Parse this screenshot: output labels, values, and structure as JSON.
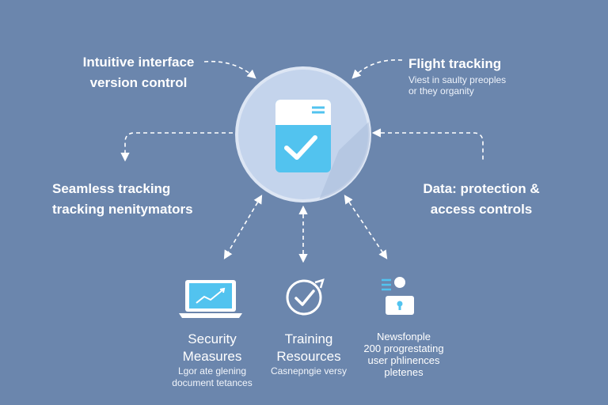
{
  "nodes": {
    "top_left": {
      "line1": "Intuitive interface",
      "line2": "version control"
    },
    "top_right": {
      "title": "Flight tracking",
      "line1": "Viest in saulty preoples",
      "line2": "or they organity"
    },
    "mid_left": {
      "line1": "Seamless tracking",
      "line2": "tracking nenitymators"
    },
    "mid_right": {
      "line1": "Data: protection &",
      "line2": "access controls"
    },
    "bottom_1": {
      "title1": "Security",
      "title2": "Measures",
      "sub1": "Lgor ate glening",
      "sub2": "document tetances"
    },
    "bottom_2": {
      "title1": "Training",
      "title2": "Resources",
      "sub1": "Casnepngie versy"
    },
    "bottom_3": {
      "line1": "Newsfonple",
      "line2": "200 progrestating",
      "line3": "user phlinences",
      "line4": "pletenes"
    }
  },
  "icons": {
    "center": "checklist-clipboard-icon",
    "bottom_1": "laptop-chart-icon",
    "bottom_2": "check-circle-icon",
    "bottom_3": "user-lock-icon"
  },
  "colors": {
    "background": "#6b86ad",
    "circle": "#c4d4ec",
    "accent": "#4fc3ec",
    "connector": "#ffffff"
  }
}
